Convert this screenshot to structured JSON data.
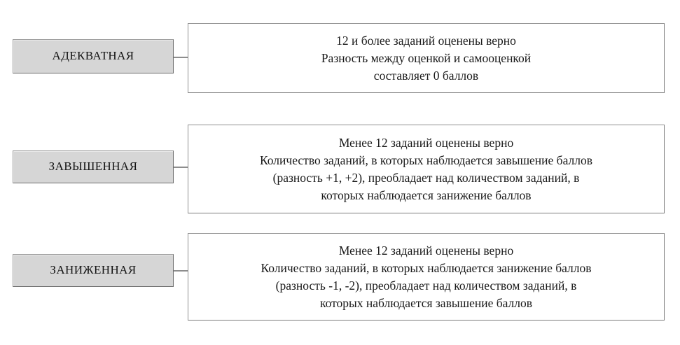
{
  "diagram": {
    "colors": {
      "label_fill": "#d6d6d6",
      "label_border": "#8a8a8a",
      "content_fill": "#ffffff",
      "content_border": "#8f8f8f",
      "connector": "#8d8d8d",
      "text": "#1a1a1a",
      "background": "#ffffff"
    },
    "rows": [
      {
        "label": "АДЕКВАТНАЯ",
        "lines": [
          "12 и более заданий оценены верно",
          "Разность между оценкой и самооценкой",
          "составляет 0 баллов"
        ]
      },
      {
        "label": "ЗАВЫШЕННАЯ",
        "lines": [
          "Менее 12 заданий оценены верно",
          "Количество заданий, в которых наблюдается завышение баллов",
          "(разность +1, +2), преобладает над количеством заданий, в",
          "которых наблюдается занижение баллов"
        ]
      },
      {
        "label": "ЗАНИЖЕННАЯ",
        "lines": [
          "Менее 12 заданий оценены верно",
          "Количество заданий, в которых наблюдается занижение баллов",
          "(разность -1, -2), преобладает над количеством заданий, в",
          "которых наблюдается завышение баллов"
        ]
      }
    ]
  }
}
